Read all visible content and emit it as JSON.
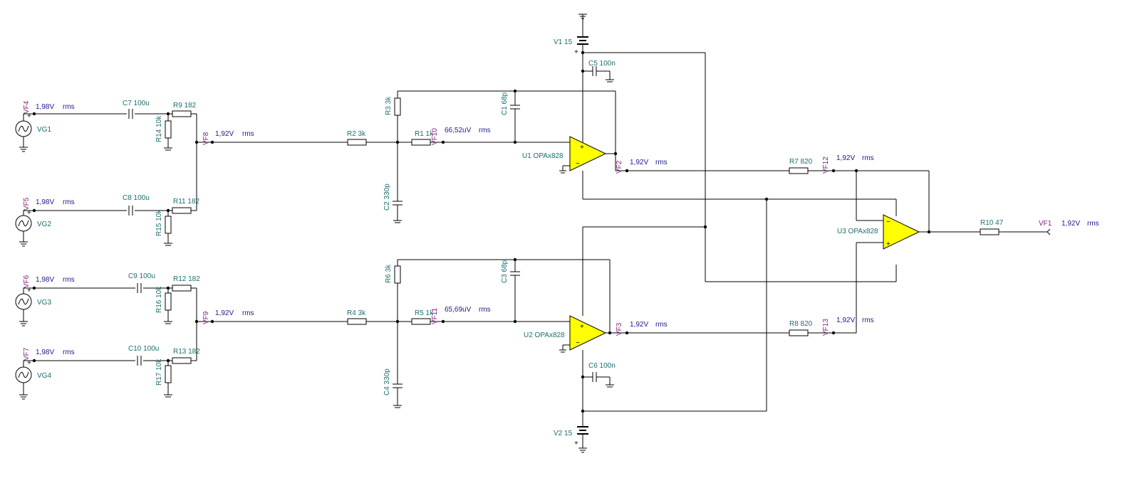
{
  "sources": [
    {
      "name": "VG1",
      "probe": "VF4",
      "reading": "1,98V",
      "unit": "rms"
    },
    {
      "name": "VG2",
      "probe": "VF5",
      "reading": "1,98V",
      "unit": "rms"
    },
    {
      "name": "VG3",
      "probe": "VF6",
      "reading": "1,98V",
      "unit": "rms"
    },
    {
      "name": "VG4",
      "probe": "VF7",
      "reading": "1,98V",
      "unit": "rms"
    }
  ],
  "capacitors": [
    "C7 100u",
    "C8 100u",
    "C9 100u",
    "C10 100u",
    "C1 68p",
    "C2 330p",
    "C3 68p",
    "C4 330p",
    "C5 100n",
    "C6 100n"
  ],
  "resistors": [
    "R9 182",
    "R11 182",
    "R12 182",
    "R13 182",
    "R14 10k",
    "R15 10k",
    "R16 10k",
    "R17 10k",
    "R2 3k",
    "R4 3k",
    "R3 3k",
    "R6 3k",
    "R1 1k",
    "R5 1k",
    "R7 820",
    "R8 820",
    "R10 47"
  ],
  "supplies": [
    "V1 15",
    "V2 15"
  ],
  "opamps": [
    "U1 OPAx828",
    "U2 OPAx828",
    "U3 OPAx828"
  ],
  "probes": [
    {
      "name": "VF8",
      "reading": "1,92V",
      "unit": "rms"
    },
    {
      "name": "VF9",
      "reading": "1,92V",
      "unit": "rms"
    },
    {
      "name": "VF10",
      "reading": "66,52uV",
      "unit": "rms"
    },
    {
      "name": "VF11",
      "reading": "65,69uV",
      "unit": "rms"
    },
    {
      "name": "VF2",
      "reading": "1,92V",
      "unit": "rms"
    },
    {
      "name": "VF3",
      "reading": "1,92V",
      "unit": "rms"
    },
    {
      "name": "VF12",
      "reading": "1,92V",
      "unit": "rms"
    },
    {
      "name": "VF13",
      "reading": "1,92V",
      "unit": "rms"
    },
    {
      "name": "VF1",
      "reading": "1,92V",
      "unit": "rms"
    }
  ],
  "signs": {
    "plus": "+",
    "minus": "−"
  }
}
